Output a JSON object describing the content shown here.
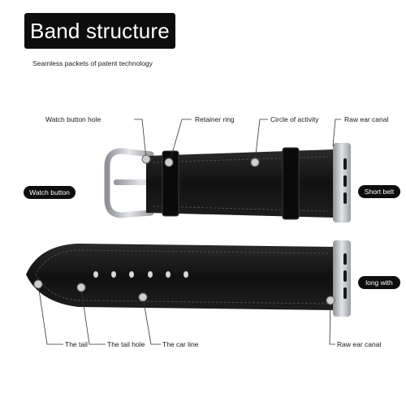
{
  "header": {
    "title": "Band structure",
    "subtitle": "Seamless packets of patent technology"
  },
  "callouts": {
    "watch_button_hole": "Watch button hole",
    "retainer_ring": "Retainer ring",
    "circle_of_activity": "Circle of activity",
    "raw_ear_canal_top": "Raw ear canal",
    "watch_button": "Watch button",
    "short_belt": "Short belt",
    "long_with": "long with",
    "the_tail": "The tail",
    "the_tail_hole": "The tail hole",
    "the_car_line": "The car line",
    "raw_ear_canal_bottom": "Raw ear canal"
  },
  "colors": {
    "leather": "#141414",
    "stitch": "#4a4a4a",
    "metal": "#b9bcc0",
    "pill_bg": "#0d0d0d"
  }
}
